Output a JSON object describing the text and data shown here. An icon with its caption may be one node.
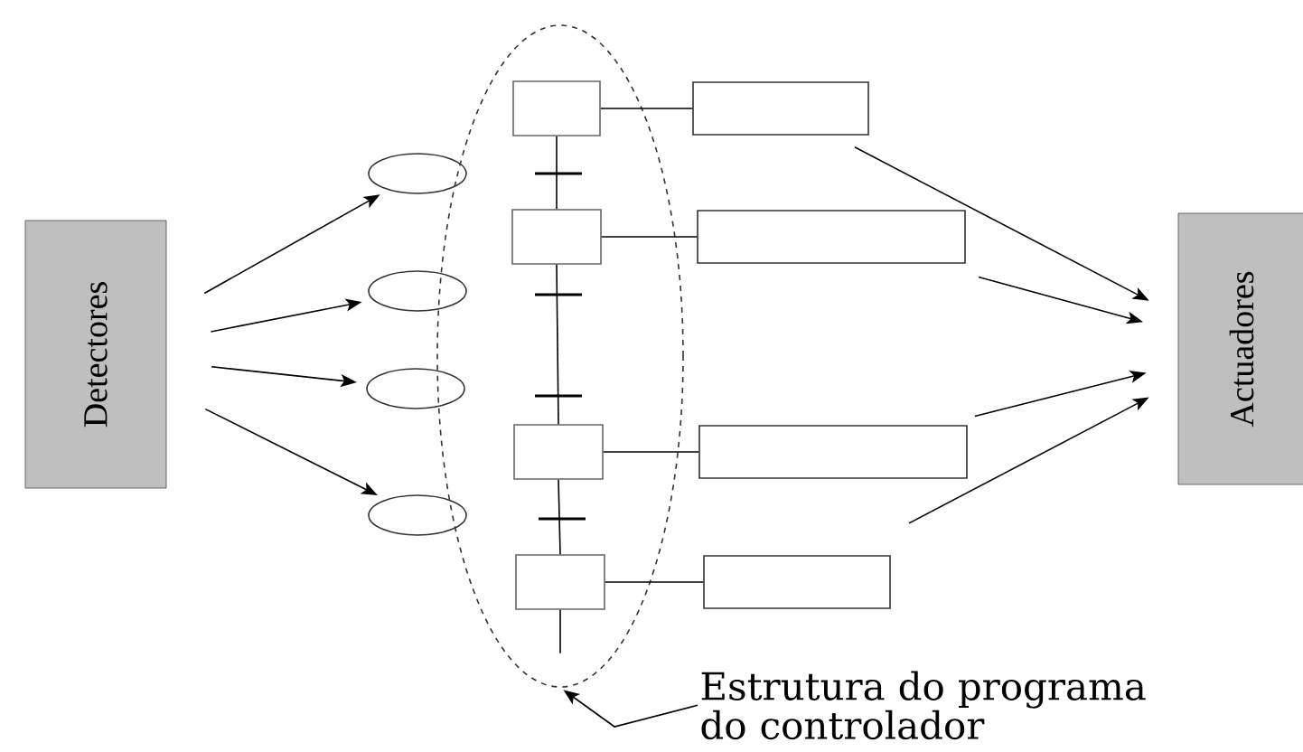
{
  "diagram": {
    "nodes": [
      {
        "text": [
          "Detectores"
        ]
      },
      {
        "text": [
          "Actuadores"
        ]
      },
      {
        "text": [],
        "shape": "ellipse"
      },
      {
        "text": [],
        "shape": "ellipse"
      },
      {
        "text": [],
        "shape": "ellipse"
      },
      {
        "text": [],
        "shape": "ellipse"
      },
      {
        "text": [],
        "shape": "ellipse"
      },
      {
        "text": [],
        "shape": "box",
        "in": 2
      },
      {
        "text": [],
        "shape": "box",
        "in": 2
      },
      {
        "text": [],
        "shape": "box",
        "in": 2
      },
      {
        "text": [],
        "shape": "box",
        "in": 2
      },
      {
        "text": [],
        "shape": "box"
      },
      {
        "text": [],
        "shape": "box"
      },
      {
        "text": [],
        "shape": "box"
      },
      {
        "text": [],
        "shape": "box"
      },
      {
        "text": [
          "Estrutura do programa do controlador"
        ]
      }
    ],
    "edges": [
      {
        "from": 0,
        "to": 3,
        "arrow": "to"
      },
      {
        "from": 0,
        "to": 4,
        "arrow": "to"
      },
      {
        "from": 0,
        "to": 5,
        "arrow": "to"
      },
      {
        "from": 0,
        "to": 6,
        "arrow": "to"
      },
      {
        "from": 7,
        "to": 11,
        "arrow": "none"
      },
      {
        "from": 8,
        "to": 12,
        "arrow": "none"
      },
      {
        "from": 9,
        "to": 13,
        "arrow": "none"
      },
      {
        "from": 10,
        "to": 14,
        "arrow": "none"
      },
      {
        "from": 7,
        "to": 8,
        "arrow": "none"
      },
      {
        "from": 8,
        "to": 9,
        "arrow": "none"
      },
      {
        "from": 9,
        "to": 10,
        "arrow": "none"
      },
      {
        "from": 10,
        "to": null,
        "arrow": "none"
      },
      {
        "from": 11,
        "to": 1,
        "arrow": "to"
      },
      {
        "from": 12,
        "to": 1,
        "arrow": "to"
      },
      {
        "from": 13,
        "to": 1,
        "arrow": "to"
      },
      {
        "from": 14,
        "to": 1,
        "arrow": "to"
      },
      {
        "from": 15,
        "to": 2,
        "arrow": "to"
      }
    ]
  }
}
